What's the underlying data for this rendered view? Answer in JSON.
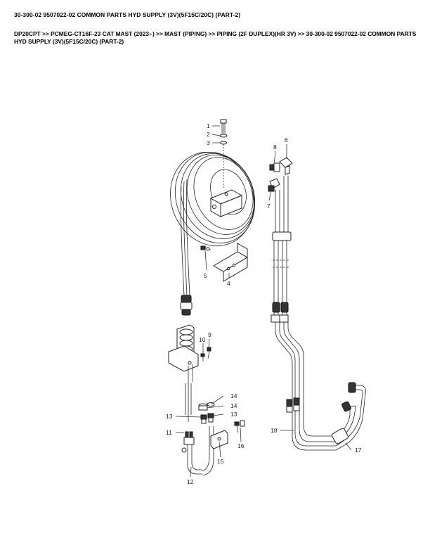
{
  "header": {
    "title": "30-300-02 9507022-02 COMMON PARTS HYD SUPPLY (3V)(5F15C/20C) (PART-2)",
    "breadcrumb": "DP20CPT >> PCMEG-CT16F-23 CAT MAST (2023~) >> MAST (PIPING) >> PIPING (2F DUPLEX)(HR 3V) >> 30-300-02 9507022-02 COMMON PARTS HYD SUPPLY (3V)(5F15C/20C) (PART-2)"
  },
  "diagram": {
    "callouts": {
      "p1": "1",
      "p2": "2",
      "p3": "3",
      "p4": "4",
      "p5": "5",
      "p6": "6",
      "p7": "7",
      "p8": "8",
      "p9": "9",
      "p10": "10",
      "p11": "11",
      "p12": "12",
      "p13a": "13",
      "p13b": "13",
      "p14a": "14",
      "p14b": "14",
      "p15": "15",
      "p16": "16",
      "p17": "17",
      "p18": "18"
    }
  }
}
